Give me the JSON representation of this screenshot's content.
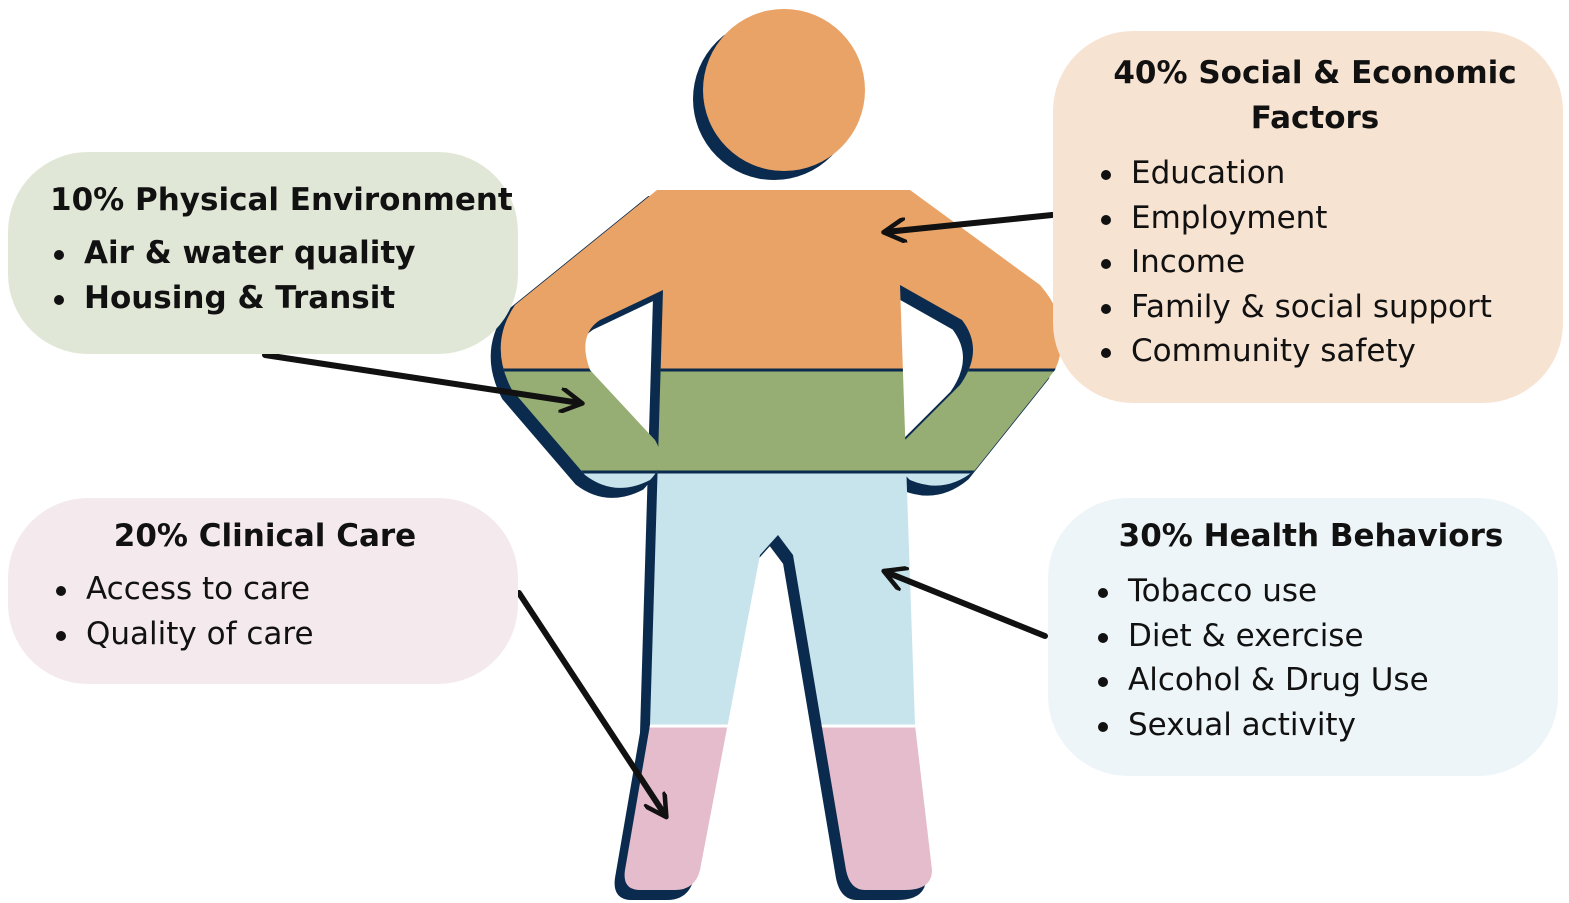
{
  "colors": {
    "social": "#e9a367",
    "physical": "#96ae74",
    "behaviors": "#c7e4ec",
    "clinical": "#e4bccb",
    "outline": "#0b2b4e",
    "arrow": "#111111",
    "box_physical_bg": "#e1e7d7",
    "box_social_bg": "#f7e3d2",
    "box_clinical_bg": "#f4eaee",
    "box_behaviors_bg": "#edf5f8"
  },
  "boxes": {
    "physical": {
      "title": "10% Physical Environment",
      "items": [
        "Air & water quality",
        "Housing & Transit"
      ]
    },
    "social": {
      "title": "40% Social & Economic Factors",
      "items": [
        "Education",
        "Employment",
        "Income",
        "Family & social support",
        "Community safety"
      ]
    },
    "clinical": {
      "title": "20% Clinical Care",
      "items": [
        "Access to care",
        "Quality of care"
      ]
    },
    "behaviors": {
      "title": "30% Health Behaviors",
      "items": [
        "Tobacco use",
        "Diet & exercise",
        "Alcohol & Drug Use",
        "Sexual activity"
      ]
    }
  }
}
